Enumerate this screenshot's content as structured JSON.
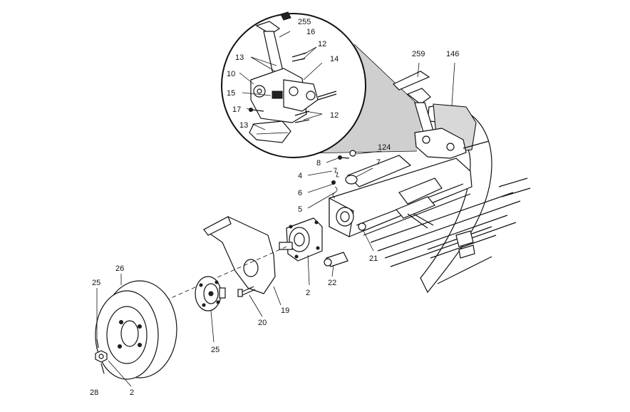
{
  "callouts": [
    {
      "id": "c255",
      "text": "255"
    },
    {
      "id": "c16",
      "text": "16"
    },
    {
      "id": "c12a",
      "text": "12"
    },
    {
      "id": "c13a",
      "text": "13"
    },
    {
      "id": "c14",
      "text": "14"
    },
    {
      "id": "c10",
      "text": "10"
    },
    {
      "id": "c15",
      "text": "15"
    },
    {
      "id": "c17",
      "text": "17"
    },
    {
      "id": "c12b",
      "text": "12"
    },
    {
      "id": "c13b",
      "text": "13"
    },
    {
      "id": "c259",
      "text": "259"
    },
    {
      "id": "c146",
      "text": "146"
    },
    {
      "id": "c124",
      "text": "124"
    },
    {
      "id": "c8",
      "text": "8"
    },
    {
      "id": "c7",
      "text": "7"
    },
    {
      "id": "c4",
      "text": "4"
    },
    {
      "id": "c6",
      "text": "6"
    },
    {
      "id": "c5",
      "text": "5"
    },
    {
      "id": "c21",
      "text": "21"
    },
    {
      "id": "c22",
      "text": "22"
    },
    {
      "id": "c26",
      "text": "26"
    },
    {
      "id": "c2a",
      "text": "2"
    },
    {
      "id": "c25a",
      "text": "25"
    },
    {
      "id": "c19",
      "text": "19"
    },
    {
      "id": "c20",
      "text": "20"
    },
    {
      "id": "c25b",
      "text": "25"
    },
    {
      "id": "c28",
      "text": "28"
    },
    {
      "id": "c2b",
      "text": "2"
    }
  ]
}
